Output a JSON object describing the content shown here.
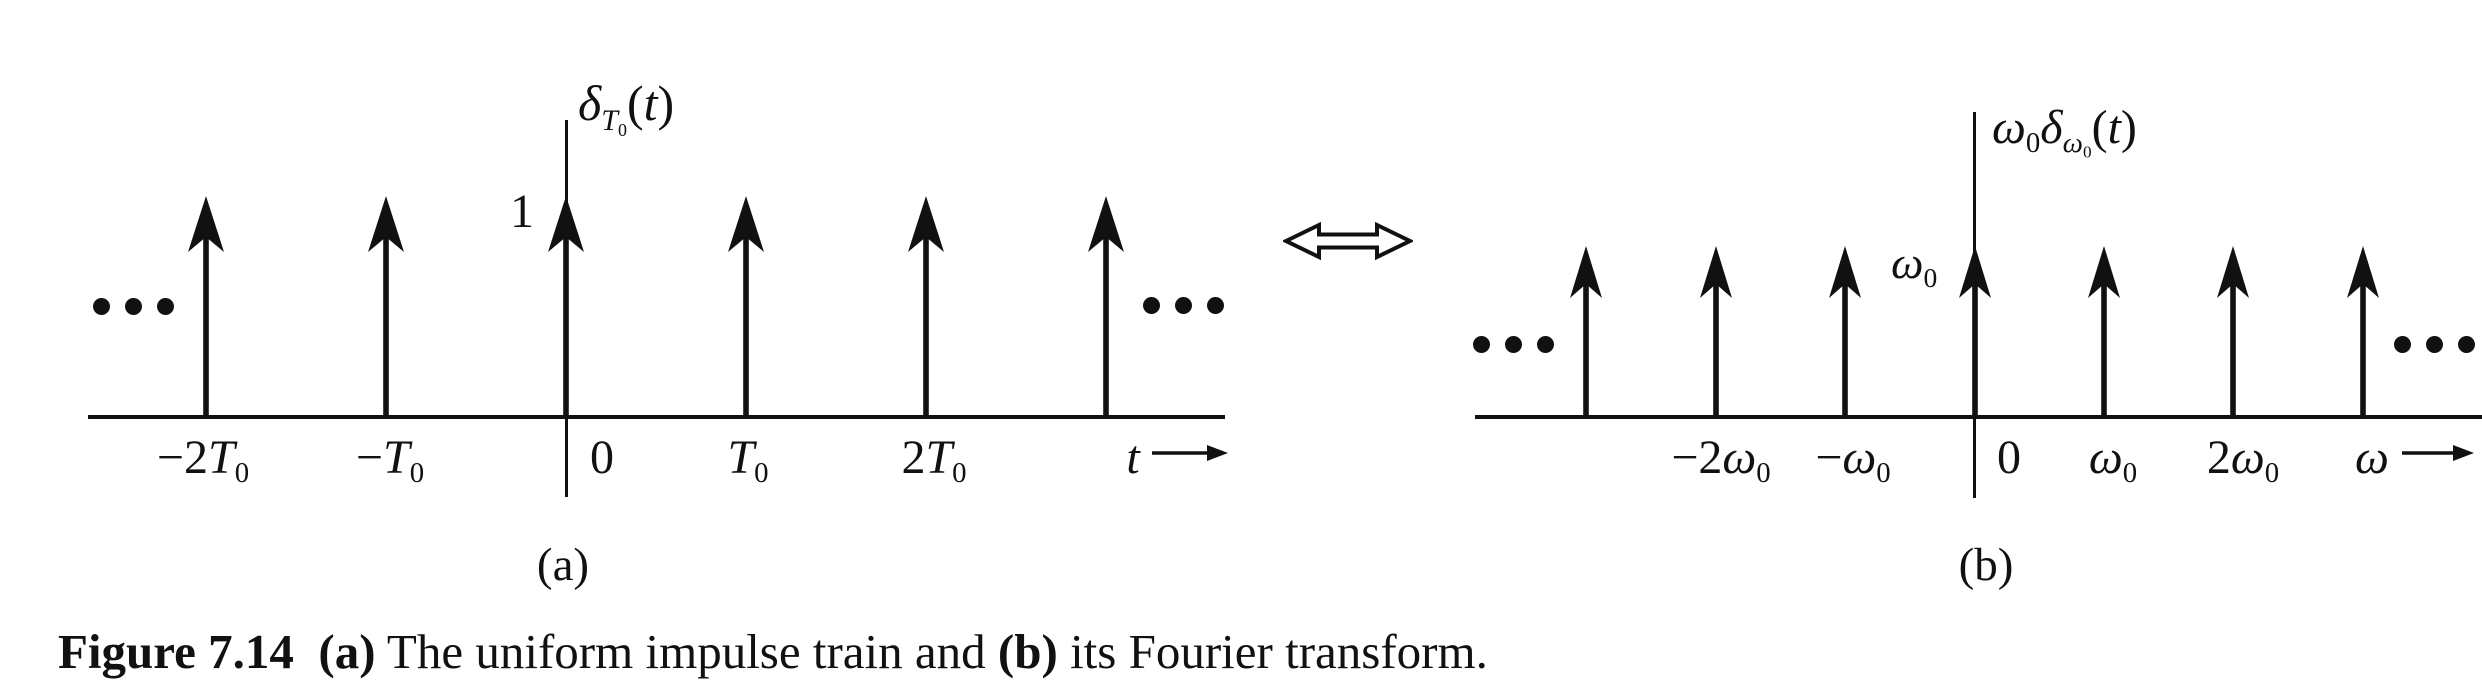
{
  "colors": {
    "ink": "#111111",
    "background": "#ffffff"
  },
  "panel_a": {
    "ylabel": {
      "base": "δ",
      "sub_var": "T",
      "sub_sub": "0",
      "open": "(",
      "arg": "t",
      "close": ")"
    },
    "amplitude": "1",
    "ticks": [
      {
        "prefix": "−2",
        "var": "T",
        "sub": "0"
      },
      {
        "prefix": "−",
        "var": "T",
        "sub": "0"
      },
      {
        "prefix": "0",
        "var": "",
        "sub": ""
      },
      {
        "prefix": "",
        "var": "T",
        "sub": "0"
      },
      {
        "prefix": "2",
        "var": "T",
        "sub": "0"
      }
    ],
    "xvar": "t",
    "tag": "(a)",
    "impulse_count": 6
  },
  "panel_b": {
    "ylabel": {
      "coef_var": "ω",
      "coef_sub": "0",
      "base": "δ",
      "sub_var": "ω",
      "sub_sub": "0",
      "open": "(",
      "arg": "t",
      "close": ")"
    },
    "amplitude": {
      "var": "ω",
      "sub": "0"
    },
    "ticks": [
      {
        "prefix": "−2",
        "var": "ω",
        "sub": "0"
      },
      {
        "prefix": "−",
        "var": "ω",
        "sub": "0"
      },
      {
        "prefix": "0",
        "var": "",
        "sub": ""
      },
      {
        "prefix": "",
        "var": "ω",
        "sub": "0"
      },
      {
        "prefix": "2",
        "var": "ω",
        "sub": "0"
      }
    ],
    "xvar": "ω",
    "tag": "(b)",
    "impulse_count": 7
  },
  "caption": {
    "figure_label": "Figure 7.14",
    "gap": "  ",
    "part_a": "(a)",
    "text_a": " The uniform impulse train and ",
    "part_b": "(b)",
    "text_b": " its Fourier transform."
  }
}
